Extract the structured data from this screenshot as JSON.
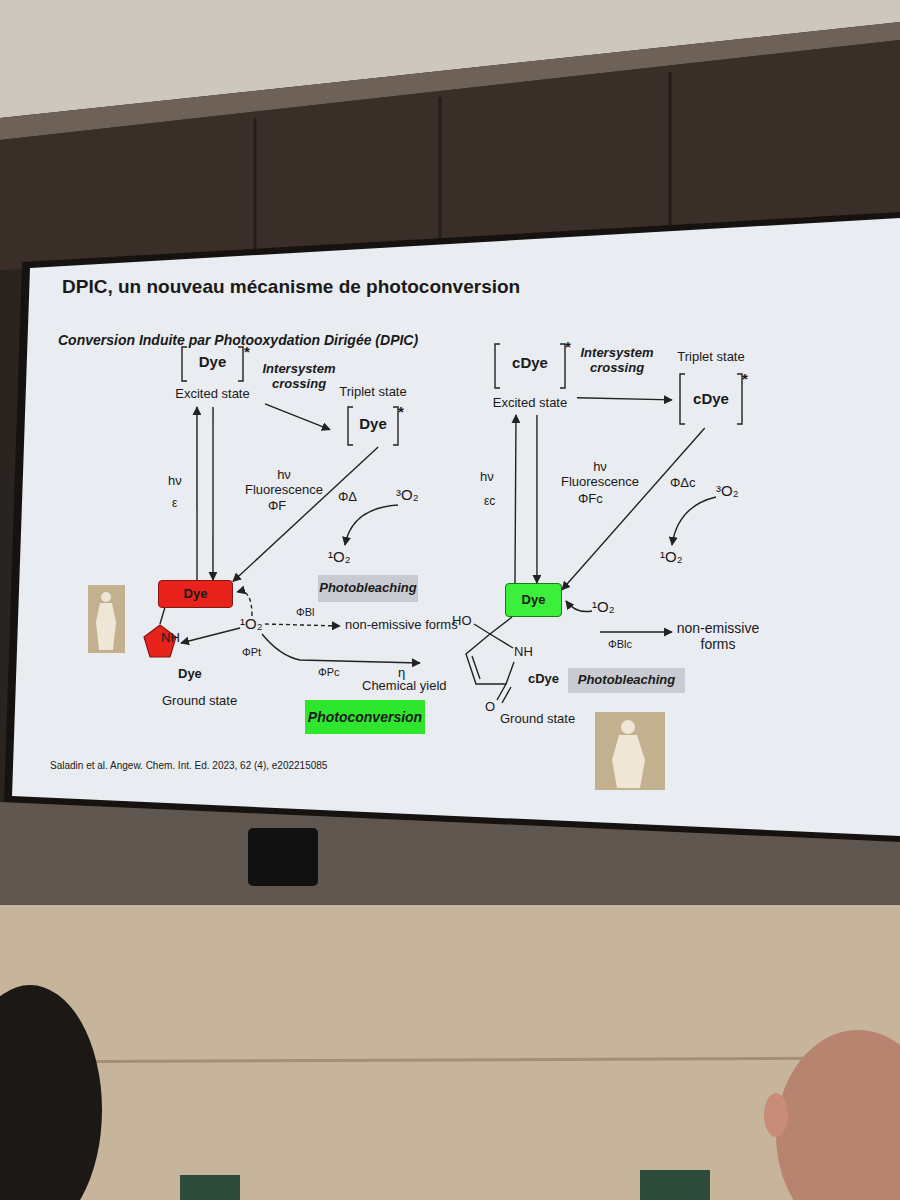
{
  "diagram": {
    "title": "DPIC, un nouveau mécanisme de photoconversion",
    "nodes": [
      {
        "text": [
          "Dye",
          "*",
          "Excited state"
        ]
      },
      {
        "text": [
          "Triplet state",
          "Dye",
          "*"
        ]
      },
      {
        "text": [
          "Photobleaching"
        ]
      },
      {
        "text": [
          "Dye"
        ]
      },
      {
        "text": [
          "NH"
        ]
      },
      {
        "text": [
          "Photoconversion"
        ]
      },
      {
        "text": [
          "cDye",
          "*",
          "Excited state"
        ]
      },
      {
        "text": [
          "Triplet state",
          "cDye",
          "*"
        ]
      },
      {
        "text": [
          "Dye"
        ]
      },
      {
        "text": [
          "Photobleaching"
        ]
      }
    ],
    "edges": [
      {
        "from": 0,
        "to": 1,
        "label": "Intersystem crossing",
        "arrow": "to"
      },
      {
        "from": 3,
        "to": 0,
        "label": "hν",
        "arrow": "to"
      },
      {
        "from": 0,
        "to": 3,
        "label": "hν Fluorescence",
        "arrow": "to"
      },
      {
        "from": 1,
        "to": 3,
        "arrow": "to"
      },
      {
        "from": 3,
        "to": 4,
        "arrow": "none"
      },
      {
        "from": 6,
        "to": 7,
        "label": "Intersystem crossing",
        "arrow": "to"
      },
      {
        "from": 8,
        "to": 6,
        "label": "hν",
        "arrow": "to"
      },
      {
        "from": 6,
        "to": 8,
        "label": "hν Fluorescence",
        "arrow": "to"
      },
      {
        "from": 7,
        "to": 8,
        "arrow": "to"
      }
    ],
    "labels": [
      "Conversion Induite par Photooxydation Dirigée (DPIC)",
      "ε",
      "ΦF",
      "ΦΔ",
      "³O₂",
      "¹O₂",
      "¹O₂",
      "ΦBl",
      "non-emissive forms",
      "ΦPt",
      "ΦPc",
      "η",
      "Chemical yield",
      "Dye",
      "Ground state",
      "Saladin et al. Angew. Chem. Int. Ed. 2023, 62 (4), e202215085",
      "εc",
      "ΦFc",
      "ΦΔc",
      "³O₂",
      "¹O₂",
      "¹O₂",
      "ΦBlc",
      "non-emissive forms",
      "HO",
      "NH",
      "O",
      "cDye",
      "Ground state"
    ]
  }
}
